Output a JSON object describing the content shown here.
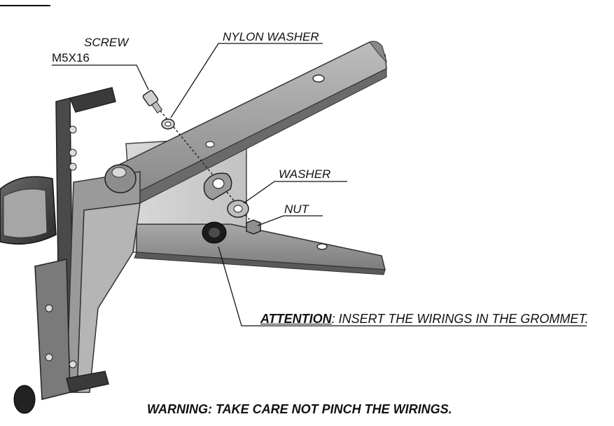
{
  "callouts": {
    "screw": "SCREW",
    "screw_size": "M5X16",
    "nylon_washer": "NYLON WASHER",
    "washer": "WASHER",
    "nut": "NUT"
  },
  "attention": {
    "heading": "ATTENTION",
    "text": ": INSERT THE WIRINGS IN THE GROMMET."
  },
  "warning": {
    "text": "WARNING: TAKE CARE NOT PINCH THE WIRINGS."
  }
}
